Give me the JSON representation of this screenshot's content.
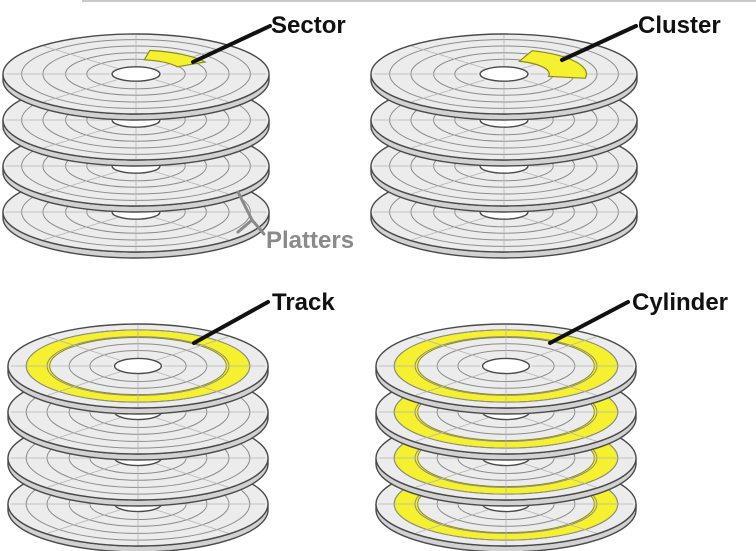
{
  "labels": {
    "sector": "Sector",
    "cluster": "Cluster",
    "platters": "Platters",
    "track": "Track",
    "cylinder": "Cylinder"
  },
  "colors": {
    "highlight": "#f5f030",
    "highlight_stroke": "#8a8a20",
    "disk_fill": "#ececec",
    "disk_stroke": "#4a4a4a",
    "ring_stroke": "#8c8c8c",
    "leader": "#111111",
    "platters_label": "#8a8a8a"
  },
  "panels": [
    {
      "id": "sector",
      "highlight": "sector",
      "label_key": "sector"
    },
    {
      "id": "cluster",
      "highlight": "cluster",
      "label_key": "cluster"
    },
    {
      "id": "track",
      "highlight": "track",
      "label_key": "track"
    },
    {
      "id": "cylinder",
      "highlight": "cylinder",
      "label_key": "cylinder"
    }
  ]
}
